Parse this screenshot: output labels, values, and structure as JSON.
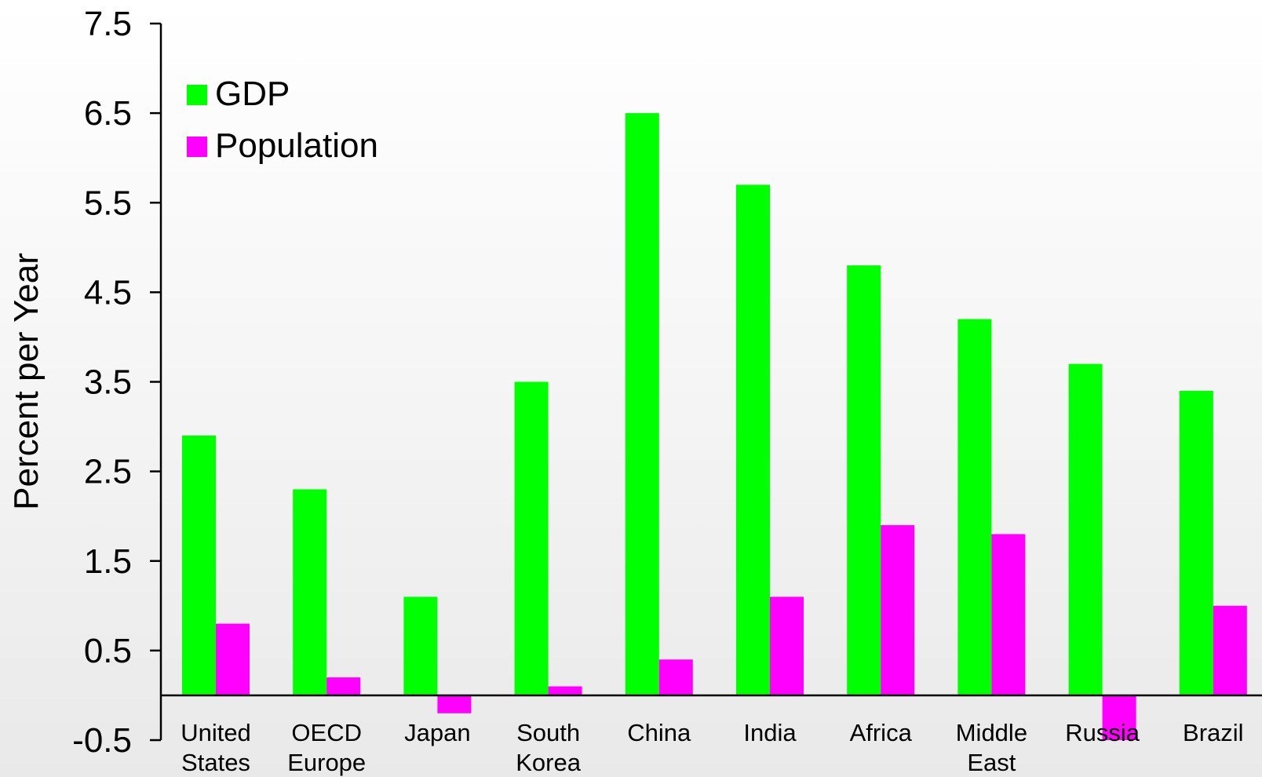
{
  "chart_data": {
    "type": "bar",
    "categories": [
      [
        "United",
        "States"
      ],
      [
        "OECD",
        "Europe"
      ],
      [
        "Japan"
      ],
      [
        "South",
        "Korea"
      ],
      [
        "China"
      ],
      [
        "India"
      ],
      [
        "Africa"
      ],
      [
        "Middle",
        "East"
      ],
      [
        "Russia"
      ],
      [
        "Brazil"
      ]
    ],
    "series": [
      {
        "name": "GDP",
        "color": "#00ff00",
        "values": [
          2.9,
          2.3,
          1.1,
          3.5,
          6.5,
          5.7,
          4.8,
          4.2,
          3.7,
          3.4
        ]
      },
      {
        "name": "Population",
        "color": "#ff00ff",
        "values": [
          0.8,
          0.2,
          -0.2,
          0.1,
          0.4,
          1.1,
          1.9,
          1.8,
          -0.5,
          1.0
        ]
      }
    ],
    "ylabel": "Percent per Year",
    "ylim": [
      -0.5,
      7.5
    ],
    "yticks": [
      "7.5",
      "6.5",
      "5.5",
      "4.5",
      "3.5",
      "2.5",
      "1.5",
      "0.5",
      "-0.5"
    ],
    "legend_position": "top-left",
    "grid": false
  }
}
